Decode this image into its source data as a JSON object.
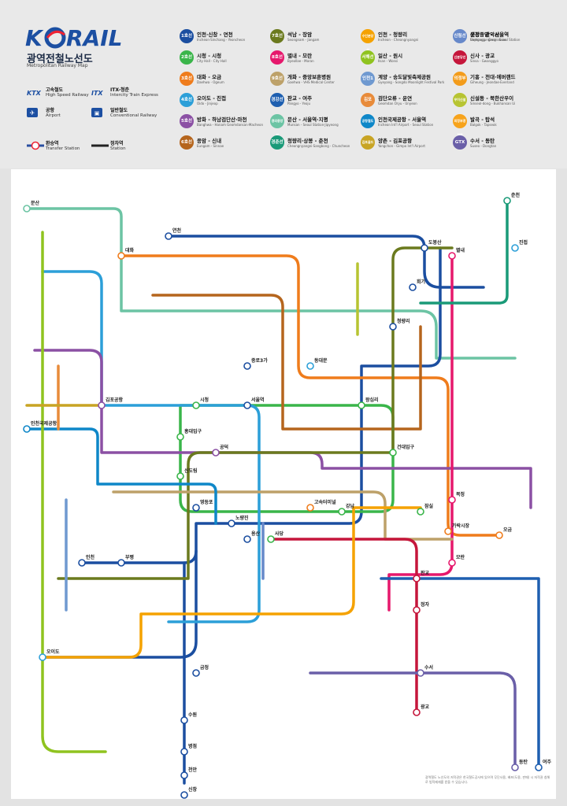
{
  "header": {
    "logo_text": "K RAIL",
    "title_ko": "광역전철노선도",
    "title_en": "Metropolitan Railway Map",
    "footnote": "광역철도 노선도의 저작권은 한국철도공사에 있으며 무단사용, 배포(도용, 판매) 시 저작권 침해로 법적제재를 받을 수 있습니다."
  },
  "legend_left": [
    {
      "icon": "ktx-srt-icon",
      "label": "고속철도",
      "sub": "High Speed Railway"
    },
    {
      "icon": "itx-icon",
      "label": "ITX-청춘",
      "sub": "Intercity Train Express"
    },
    {
      "icon": "airport-icon",
      "label": "공항",
      "sub": "Airport"
    },
    {
      "icon": "general-rail-icon",
      "label": "일반철도",
      "sub": "Conventional Railway"
    },
    {
      "icon": "transfer-station-icon",
      "label": "환승역",
      "sub": "Transfer Station"
    },
    {
      "icon": "stop-station-icon",
      "label": "정차역",
      "sub": "Station"
    }
  ],
  "lines": [
    {
      "badge": "1호선",
      "color": "#1b4ea0",
      "name": "인천·신창 - 연천",
      "sub": "Incheon·Sinchang - Yeoncheon"
    },
    {
      "badge": "2호선",
      "color": "#3ab54a",
      "name": "시청 - 시청",
      "sub": "City Hall - City Hall"
    },
    {
      "badge": "3호선",
      "color": "#ef7c1c",
      "name": "대화 - 오금",
      "sub": "Daehwa - Ogeum"
    },
    {
      "badge": "4호선",
      "color": "#2c9fd8",
      "name": "오이도 - 진접",
      "sub": "Oido - Jinjeop"
    },
    {
      "badge": "5호선",
      "color": "#8b50a4",
      "name": "방화 - 하남검단산·마천",
      "sub": "Banghwa - Hanam Geomdansan·Macheon"
    },
    {
      "badge": "6호선",
      "color": "#b5651d",
      "name": "응암 - 신내",
      "sub": "Eungam - Sinnae"
    },
    {
      "badge": "7호선",
      "color": "#6b7a1e",
      "name": "석남 - 장암",
      "sub": "Seongnam - Jangam"
    },
    {
      "badge": "8호선",
      "color": "#e6186c",
      "name": "별내 - 모란",
      "sub": "Byeollae - Moran"
    },
    {
      "badge": "9호선",
      "color": "#bda169",
      "name": "개화 - 중앙보훈병원",
      "sub": "Gaehwa - VHS Medical Center"
    },
    {
      "badge": "경강선",
      "color": "#1e5fb0",
      "name": "판교 - 여주",
      "sub": "Pangyo - Yeoju"
    },
    {
      "badge": "경의중앙선",
      "color": "#6cc4a4",
      "name": "문산 - 서울역·지평",
      "sub": "Munsan - Seoul Station·Jipyeong"
    },
    {
      "badge": "경춘선",
      "color": "#1a9a78",
      "name": "청량리·상봉 - 춘천",
      "sub": "Cheongnyangni·Sangbong - Chuncheon"
    },
    {
      "badge": "수인분당선",
      "color": "#f5a200",
      "name": "인천 - 청량리",
      "sub": "Incheon - Cheongnyangni"
    },
    {
      "badge": "서해선",
      "color": "#8fc31f",
      "name": "일산 - 원시",
      "sub": "Ilsan - Wonsi"
    },
    {
      "badge": "인천1",
      "color": "#6f99d0",
      "name": "계양 - 송도달빛축제공원",
      "sub": "Gyeyang - Songdo Moonlight Festival Park"
    },
    {
      "badge": "김포",
      "color": "#e88b3a",
      "name": "검단오류 - 운연",
      "sub": "Geomdan Oryu - Unyeon"
    },
    {
      "badge": "공항철도",
      "color": "#0e87c8",
      "name": "인천국제공항 - 서울역",
      "sub": "Incheon Int'l Airport - Seoul Station"
    },
    {
      "badge": "김포골드",
      "color": "#c8a424",
      "name": "양촌 - 김포공항",
      "sub": "Yangchon - Gimpo Int'l Airport"
    },
    {
      "badge": "신림선",
      "color": "#6789ca",
      "name": "샛강 - 관악산",
      "sub": "Saetgang - Gwanaksan"
    },
    {
      "badge": "신분당선",
      "color": "#c5163b",
      "name": "신사 - 광교",
      "sub": "Sinsa - Gwanggyo"
    },
    {
      "badge": "의정부",
      "color": "#f39c1b",
      "name": "기흥 - 전대·에버랜드",
      "sub": "Giheung - Jeondae·Everland"
    },
    {
      "badge": "우이신설",
      "color": "#b7c432",
      "name": "신설동 - 북한산우이",
      "sub": "Sinseol-dong - Bukhansan Ui"
    },
    {
      "badge": "의정부경전철",
      "color": "#f7a31b",
      "name": "발곡 - 탑석",
      "sub": "Balgok - Tapseok"
    },
    {
      "badge": "GTX",
      "color": "#6a5fa8",
      "name": "수서 - 동탄",
      "sub": "Suseo - Dongtan"
    },
    {
      "badge": "",
      "color": "#6a5fa8",
      "name": "운정중앙 - 서울역",
      "sub": "Unjeongjungang - Seoul Station"
    }
  ],
  "map": {
    "stations": [
      {
        "name": "서울역",
        "line": "1호선"
      },
      {
        "name": "시청",
        "line": "2호선"
      },
      {
        "name": "종로3가",
        "line": "1호선"
      },
      {
        "name": "동대문",
        "line": "4호선"
      },
      {
        "name": "왕십리",
        "line": "2호선"
      },
      {
        "name": "청량리",
        "line": "1호선"
      },
      {
        "name": "신도림",
        "line": "2호선"
      },
      {
        "name": "영등포",
        "line": "1호선"
      },
      {
        "name": "노량진",
        "line": "1호선"
      },
      {
        "name": "용산",
        "line": "1호선"
      },
      {
        "name": "고속터미널",
        "line": "3호선"
      },
      {
        "name": "강남",
        "line": "2호선"
      },
      {
        "name": "잠실",
        "line": "2호선"
      },
      {
        "name": "사당",
        "line": "2호선"
      },
      {
        "name": "금정",
        "line": "1호선"
      },
      {
        "name": "수원",
        "line": "1호선"
      },
      {
        "name": "인천",
        "line": "1호선"
      },
      {
        "name": "부평",
        "line": "1호선"
      },
      {
        "name": "김포공항",
        "line": "5호선"
      },
      {
        "name": "홍대입구",
        "line": "2호선"
      },
      {
        "name": "공덕",
        "line": "5호선"
      },
      {
        "name": "건대입구",
        "line": "2호선"
      },
      {
        "name": "도봉산",
        "line": "1호선"
      },
      {
        "name": "회기",
        "line": "1호선"
      },
      {
        "name": "복정",
        "line": "8호선"
      },
      {
        "name": "가락시장",
        "line": "3호선"
      },
      {
        "name": "정자",
        "line": "신분당선"
      },
      {
        "name": "판교",
        "line": "신분당선"
      },
      {
        "name": "병점",
        "line": "1호선"
      },
      {
        "name": "천안",
        "line": "1호선"
      },
      {
        "name": "신창",
        "line": "1호선"
      },
      {
        "name": "연천",
        "line": "1호선"
      },
      {
        "name": "춘천",
        "line": "경춘선"
      },
      {
        "name": "문산",
        "line": "경의중앙선"
      },
      {
        "name": "대화",
        "line": "3호선"
      },
      {
        "name": "오이도",
        "line": "4호선"
      },
      {
        "name": "진접",
        "line": "4호선"
      },
      {
        "name": "인천국제공항",
        "line": "공항철도"
      },
      {
        "name": "동탄",
        "line": "GTX"
      },
      {
        "name": "수서",
        "line": "GTX"
      },
      {
        "name": "모란",
        "line": "8호선"
      },
      {
        "name": "별내",
        "line": "8호선"
      },
      {
        "name": "광교",
        "line": "신분당선"
      },
      {
        "name": "오금",
        "line": "3호선"
      },
      {
        "name": "여주",
        "line": "경강선"
      }
    ]
  }
}
